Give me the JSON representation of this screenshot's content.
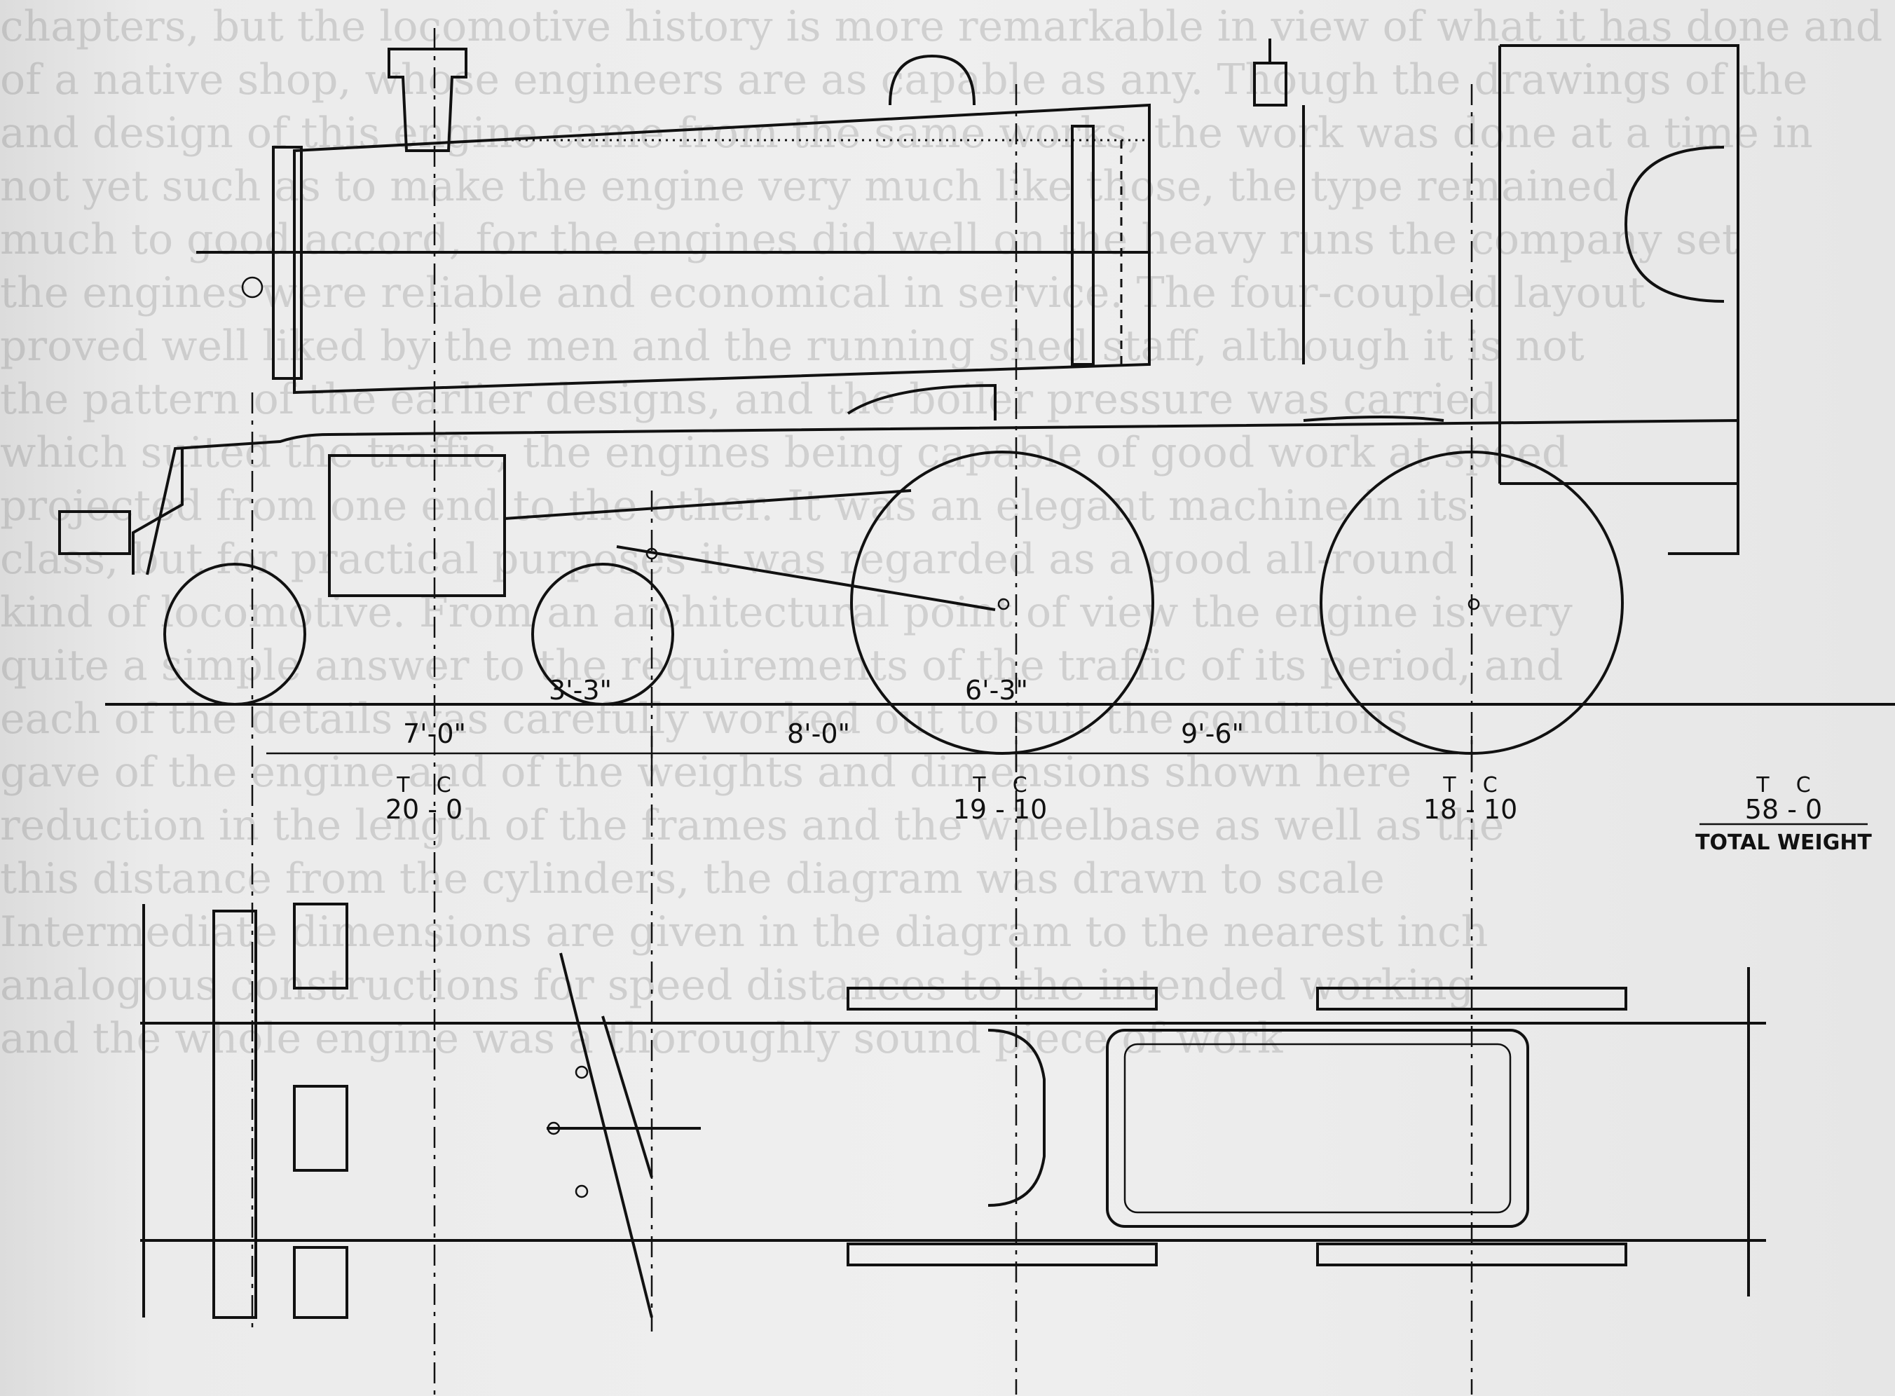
{
  "background_text": [
    "chapters, but the locomotive history is more remarkable in view of what it has done and",
    "of a native shop, whose engineers are as capable as any. Though the drawings of the",
    "and design of this engine came from the same works, the work was done at a time in",
    "not yet such as to make the engine very much like those, the type remained",
    "much to good accord, for the engines did well on the heavy runs the company set",
    "the engines were reliable and economical in service. The four-coupled layout",
    "proved well liked by the men and the running shed staff, although it is not",
    "the pattern of the earlier designs, and the boiler pressure was carried",
    "which suited the traffic, the engines being capable of good work at speed",
    "projected from one end to the other. It was an elegant machine in its",
    "class, but for practical purposes it was regarded as a good all-round",
    "kind of locomotive. From an architectural point of view the engine is very",
    "quite a simple answer to the requirements of the traffic of its period, and",
    "each of the details was carefully worked out to suit the conditions",
    "gave of the engine and of the weights and dimensions shown here",
    "reduction in the length of the frames and the wheelbase as well as the",
    "this distance from the cylinders, the diagram was drawn to scale",
    "Intermediate dimensions are given in the diagram to the nearest inch",
    "analogous constructions for speed distances to the intended working",
    "and the whole engine was a thoroughly sound piece of work"
  ],
  "dimensions": {
    "wheel_leading": "3'-3\"",
    "wheel_driving": "6'-3\"",
    "wheelbase_1": "7'-0\"",
    "wheelbase_2": "8'-0\"",
    "wheelbase_3": "9'-6\""
  },
  "weights": {
    "axle_1": {
      "units": "T    C",
      "value": "20 - 0"
    },
    "axle_2": {
      "units": "T    C",
      "value": "19 - 10"
    },
    "axle_3": {
      "units": "T    C",
      "value": "18 - 10"
    },
    "total": {
      "units": "T    C",
      "value": "58 - 0",
      "label": "TOTAL WEIGHT"
    }
  }
}
